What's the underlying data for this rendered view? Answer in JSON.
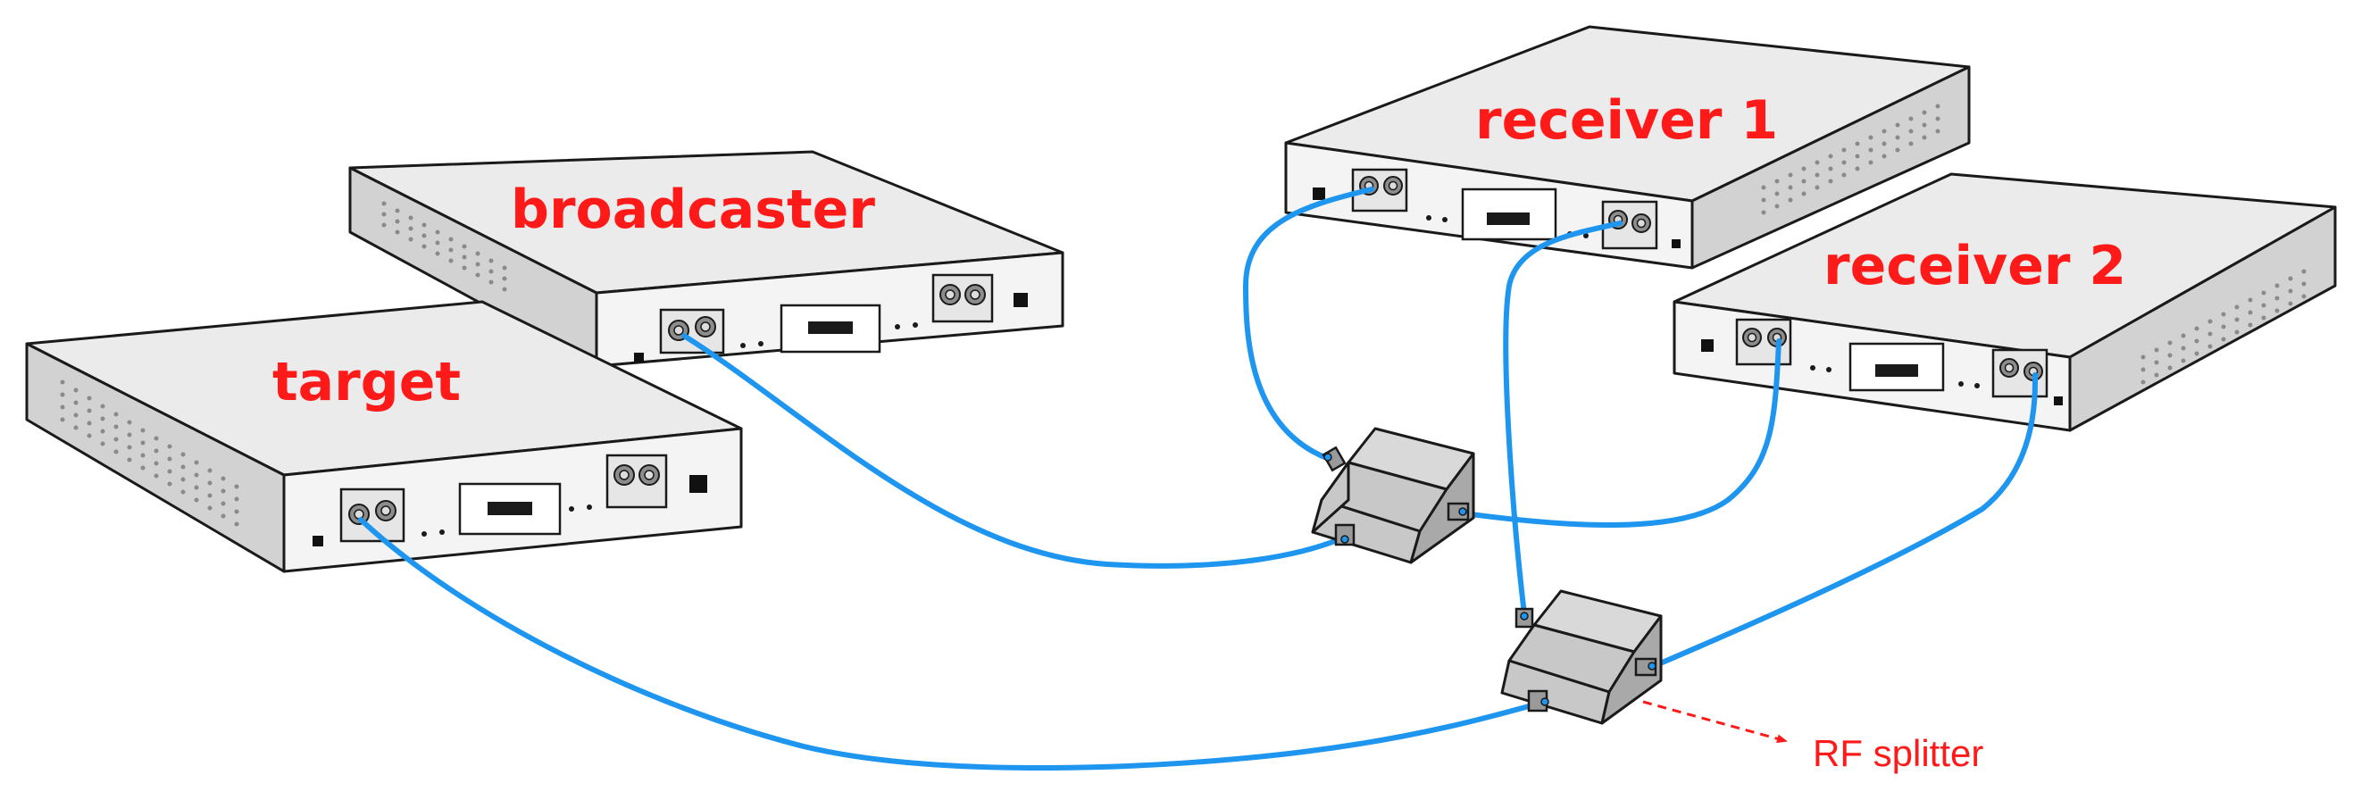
{
  "devices": {
    "target": {
      "label": "target"
    },
    "broadcaster": {
      "label": "broadcaster"
    },
    "receiver1": {
      "label": "receiver 1"
    },
    "receiver2": {
      "label": "receiver 2"
    }
  },
  "annotation": {
    "splitter_label": "RF splitter"
  },
  "colors": {
    "label": "#ff1a1a",
    "cable": "#1e95ef",
    "outline": "#1a1a1a"
  },
  "icons": [
    "network-device",
    "rf-splitter",
    "coax-cable",
    "arrow"
  ]
}
